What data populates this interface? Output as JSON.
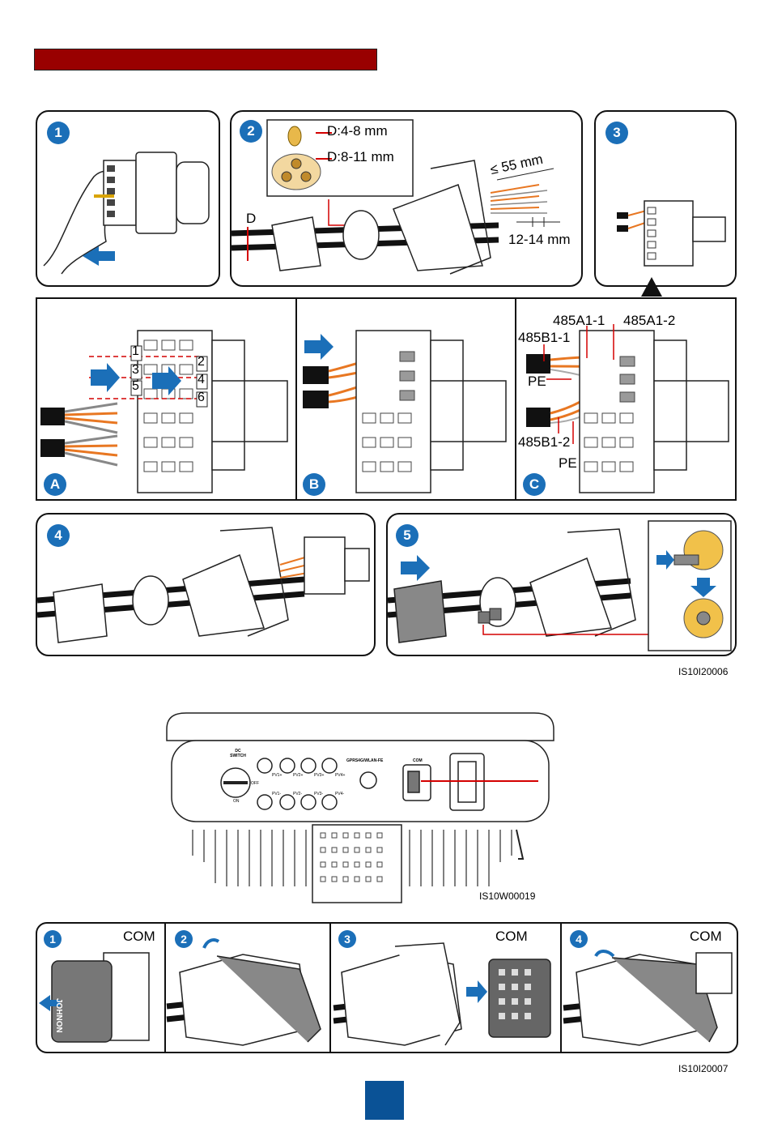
{
  "steps": {
    "s1": "1",
    "s2": "2",
    "s3": "3",
    "s4": "4",
    "s5": "5",
    "a": "A",
    "b": "B",
    "c": "C"
  },
  "dims": {
    "d_label": "D",
    "d_small": "D:4-8 mm",
    "d_large": "D:8-11 mm",
    "strip_len": "≤ 55 mm",
    "strip_end": "12-14 mm"
  },
  "terminals": [
    "1",
    "2",
    "3",
    "4",
    "5",
    "6"
  ],
  "wires": {
    "a1_1": "485A1-1",
    "a1_2": "485A1-2",
    "b1_1": "485B1-1",
    "pe_top": "PE",
    "b1_2": "485B1-2",
    "pe_bottom": "PE"
  },
  "codes": {
    "fig1": "IS10I20006",
    "fig2": "IS10W00019",
    "fig3": "IS10I20007"
  },
  "inverter": {
    "dc_switch": "DC SWITCH",
    "gprs": "GPRS4G/WLAN-FE",
    "com": "COM",
    "off": "OFF",
    "on": "ON",
    "pv_top": [
      "PV1+",
      "PV2+",
      "PV3+",
      "PV4+"
    ],
    "pv_bottom": [
      "PV1-",
      "PV2-",
      "PV3-",
      "PV4-"
    ]
  },
  "bottom_row": {
    "n1": "1",
    "n2": "2",
    "n3": "3",
    "n4": "4",
    "com1": "COM",
    "com3": "COM",
    "com4": "COM",
    "cover_brand": "JOHNON"
  },
  "colors": {
    "accent": "#1b6fb8",
    "title_bar": "#990000",
    "wire_orange": "#e87722",
    "marker_red": "#d40000",
    "page_square": "#0a5296"
  }
}
